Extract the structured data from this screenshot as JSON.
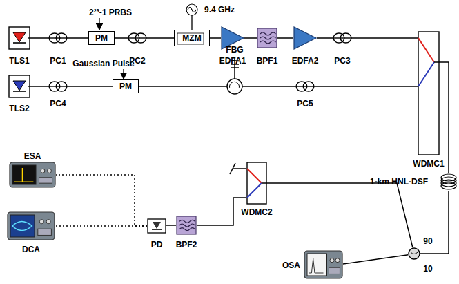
{
  "diagram": {
    "nodes": [
      {
        "text": [
          "TLS1"
        ]
      },
      {
        "text": [
          "PC1"
        ]
      },
      {
        "text": [
          "PM"
        ]
      },
      {
        "text": [
          "PC2"
        ]
      },
      {
        "text": [
          "MZM"
        ]
      },
      {
        "text": [
          "EDFA1"
        ]
      },
      {
        "text": [
          "BPF1"
        ]
      },
      {
        "text": [
          "EDFA2"
        ]
      },
      {
        "text": [
          "PC3"
        ]
      },
      {
        "text": [
          "WDMC1"
        ]
      },
      {
        "text": [
          "TLS2"
        ]
      },
      {
        "text": [
          "PC4"
        ]
      },
      {
        "text": [
          "PM"
        ]
      },
      {
        "text": [
          "FBG"
        ]
      },
      {
        "text": [
          "PC5"
        ]
      },
      {
        "text": [
          "1-km HNL-DSF"
        ]
      },
      {
        "text": [
          "90",
          "10"
        ]
      },
      {
        "text": [
          "OSA"
        ]
      },
      {
        "text": [
          "WDMC2"
        ]
      },
      {
        "text": [
          "BPF2"
        ]
      },
      {
        "text": [
          "PD"
        ]
      },
      {
        "text": [
          "DCA"
        ]
      },
      {
        "text": [
          "ESA"
        ]
      }
    ],
    "edges": [
      {
        "from": 0,
        "to": 1,
        "arrow": "none"
      },
      {
        "from": 1,
        "to": 2,
        "arrow": "none"
      },
      {
        "from": 2,
        "to": 3,
        "arrow": "none"
      },
      {
        "from": 3,
        "to": 4,
        "arrow": "none"
      },
      {
        "from": 4,
        "to": 5,
        "arrow": "none"
      },
      {
        "from": 5,
        "to": 6,
        "arrow": "none"
      },
      {
        "from": 6,
        "to": 7,
        "arrow": "none"
      },
      {
        "from": 7,
        "to": 8,
        "arrow": "none"
      },
      {
        "from": 8,
        "to": 9,
        "arrow": "none"
      },
      {
        "from": 10,
        "to": 11,
        "arrow": "none"
      },
      {
        "from": 11,
        "to": 12,
        "arrow": "none"
      },
      {
        "from": 12,
        "to": 13,
        "arrow": "none"
      },
      {
        "from": 13,
        "to": 14,
        "arrow": "none"
      },
      {
        "from": 14,
        "to": 9,
        "arrow": "none"
      },
      {
        "from": 9,
        "to": 15,
        "arrow": "none"
      },
      {
        "from": 15,
        "to": 16,
        "arrow": "none"
      },
      {
        "from": 16,
        "to": 18,
        "arrow": "none"
      },
      {
        "from": 16,
        "to": 17,
        "arrow": "none"
      },
      {
        "from": 18,
        "to": 19,
        "arrow": "none"
      },
      {
        "from": 19,
        "to": 20,
        "arrow": "none"
      },
      {
        "from": 20,
        "to": 21,
        "arrow": "none"
      },
      {
        "from": 20,
        "to": 22,
        "arrow": "none"
      }
    ],
    "labels": [
      "2²³-1 PRBS",
      "9.4 GHz",
      "Gaussian Pulse"
    ]
  }
}
